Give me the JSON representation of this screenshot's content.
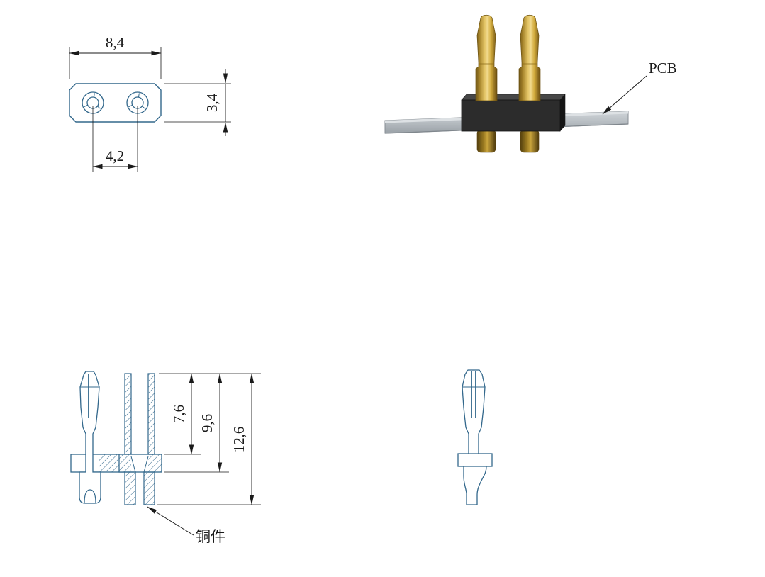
{
  "colors": {
    "line_blue": "#33688c",
    "dim_black": "#1a1a1a",
    "gold_light": "#f1da8e",
    "gold_mid": "#c9a43c",
    "gold_dark": "#6e5414",
    "pcb_gray": "#b7bdc2",
    "housing_dark": "#2c2c2c",
    "background": "#ffffff"
  },
  "top_view": {
    "dim_width": "8,4",
    "dim_height": "3,4",
    "dim_pitch": "4,2"
  },
  "assembly_view": {
    "pcb_label": "PCB"
  },
  "section_view": {
    "dim_plunger": "7,6",
    "dim_flange": "9,6",
    "dim_total": "12,6",
    "copper_label": "铜件"
  }
}
